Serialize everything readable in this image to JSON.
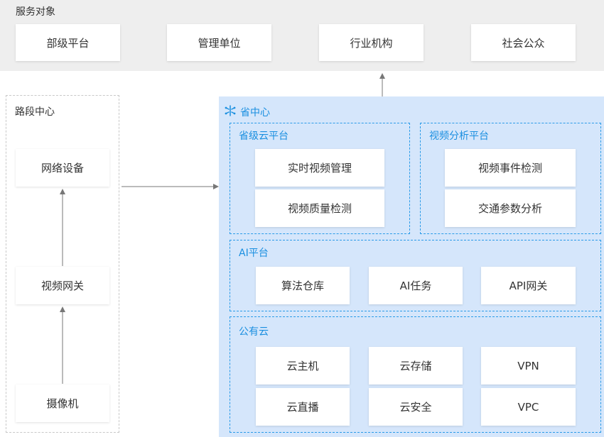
{
  "service": {
    "title": "服务对象",
    "items": [
      "部级平台",
      "管理单位",
      "行业机构",
      "社会公众"
    ]
  },
  "road": {
    "title": "路段中心",
    "network": "网络设备",
    "gateway": "视频网关",
    "camera": "摄像机"
  },
  "province": {
    "title": "省中心",
    "cloud_platform": {
      "title": "省级云平台",
      "items": [
        "实时视频管理",
        "视频质量检测"
      ]
    },
    "video_analysis": {
      "title": "视频分析平台",
      "items": [
        "视频事件检测",
        "交通参数分析"
      ]
    },
    "ai_platform": {
      "title": "AI平台",
      "items": [
        "算法仓库",
        "AI任务",
        "API网关"
      ]
    },
    "public_cloud": {
      "title": "公有云",
      "items": [
        "云主机",
        "云存储",
        "VPN",
        "云直播",
        "云安全",
        "VPC"
      ]
    }
  },
  "colors": {
    "band": "#eeeeee",
    "province_bg": "#d5e6fb",
    "accent": "#1a8fe0",
    "arrow": "#777777"
  },
  "icons": {
    "province": "network-nodes-icon"
  }
}
